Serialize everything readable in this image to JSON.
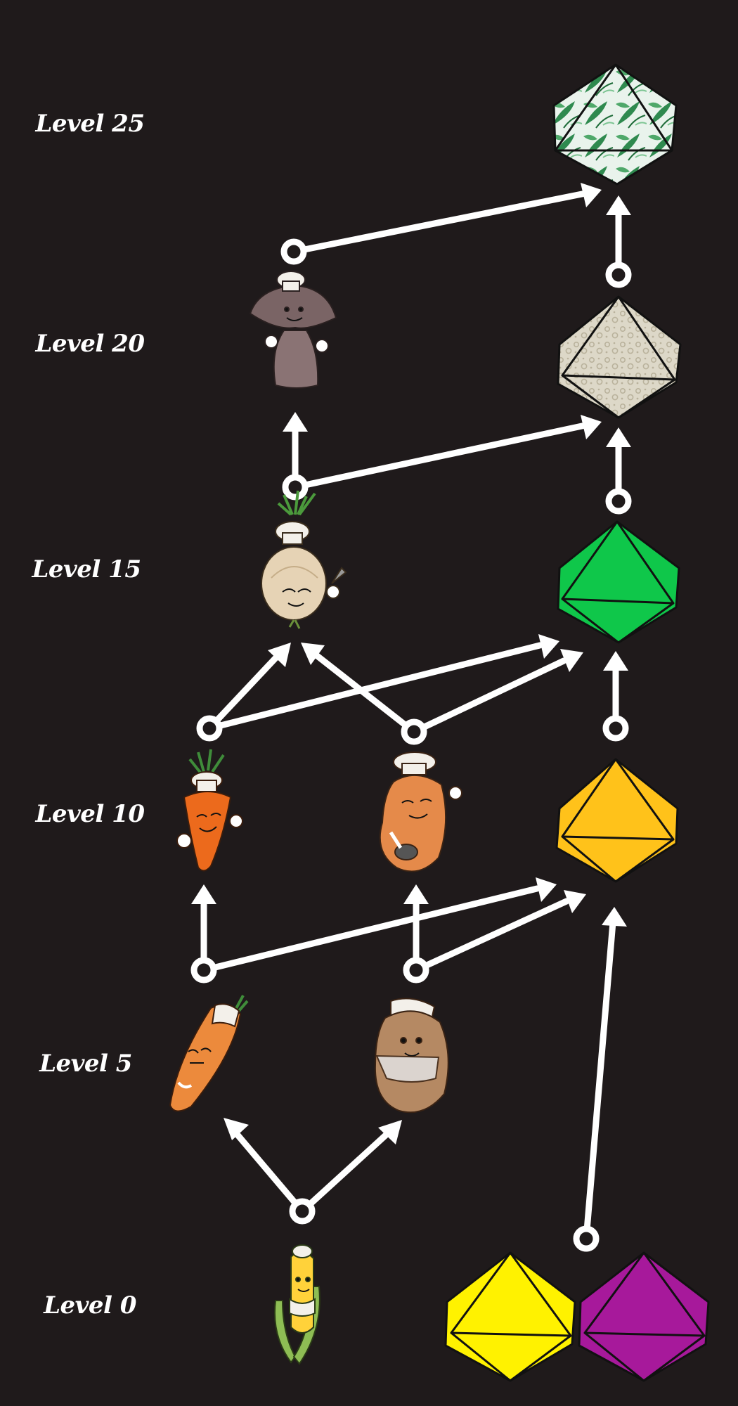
{
  "levels": [
    {
      "label": "Level 25"
    },
    {
      "label": "Level 20"
    },
    {
      "label": "Level 15"
    },
    {
      "label": "Level 10"
    },
    {
      "label": "Level 5"
    },
    {
      "label": "Level 0"
    }
  ],
  "characters": [
    {
      "name": "corn-character",
      "level": "Level 0"
    },
    {
      "name": "carrot-character-level5",
      "level": "Level 5"
    },
    {
      "name": "potato-character-level5",
      "level": "Level 5"
    },
    {
      "name": "carrot-chef-character",
      "level": "Level 10"
    },
    {
      "name": "potato-chef-character",
      "level": "Level 10"
    },
    {
      "name": "onion-chef-character",
      "level": "Level 15"
    },
    {
      "name": "mushroom-chef-character",
      "level": "Level 20"
    }
  ],
  "dice": [
    {
      "name": "yellow-die",
      "level": "Level 0",
      "color": "#fff200"
    },
    {
      "name": "purple-die",
      "level": "Level 0",
      "color": "#a7199b"
    },
    {
      "name": "gold-die",
      "level": "Level 10",
      "color": "#ffc21a"
    },
    {
      "name": "green-die",
      "level": "Level 15",
      "color": "#0fc74a"
    },
    {
      "name": "leopard-die",
      "level": "Level 20",
      "color": "#ddd8c8"
    },
    {
      "name": "leaf-pattern-die",
      "level": "Level 25",
      "color": "#e9f3ec"
    }
  ],
  "colors": {
    "background": "#1f1a1b",
    "arrow": "#ffffff",
    "outline": "#111111"
  }
}
